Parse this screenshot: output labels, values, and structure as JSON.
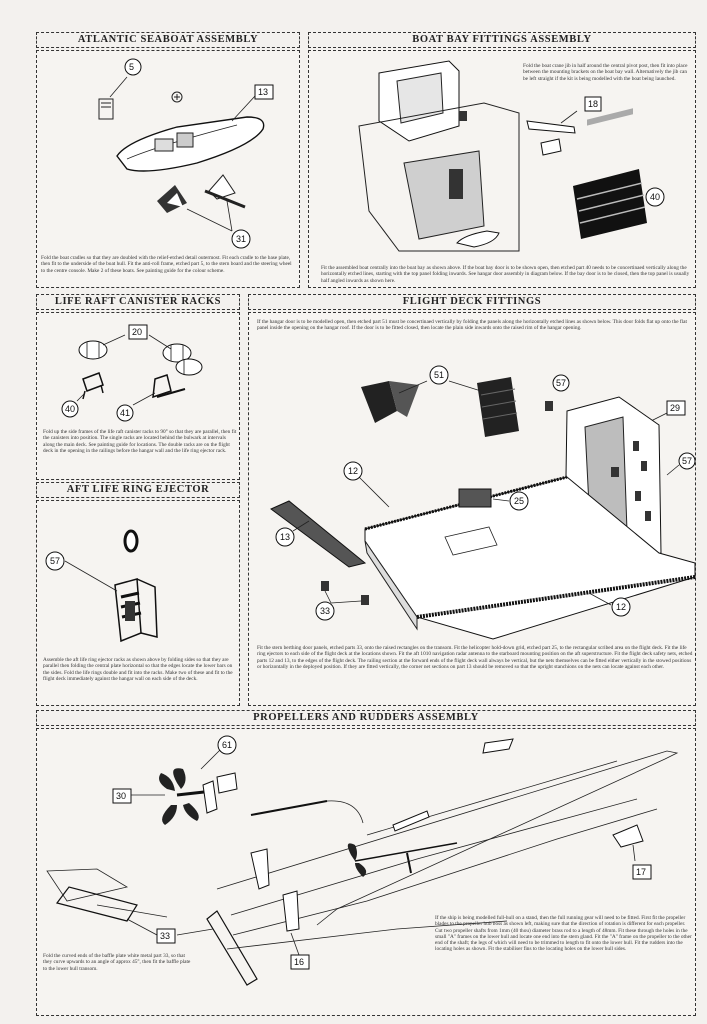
{
  "sections": {
    "seaboat": {
      "title": "ATLANTIC SEABOAT ASSEMBLY",
      "callouts": [
        "5",
        "13",
        "31"
      ],
      "text": "Fold the boat cradles so that they are doubled with the relief-etched detail outermost. Fit each cradle to the base plate, then fit to the underside of the boat hull. Fit the anti-roll frame, etched part 5, to the stern board and the steering wheel to the centre console. Make 2 of these boats. See painting guide for the colour scheme."
    },
    "boatbay": {
      "title": "BOAT BAY FITTINGS ASSEMBLY",
      "callouts": [
        "18",
        "40"
      ],
      "text_top": "Fold the boat crane jib in half around the central pivot post, then fit into place between the mounting brackets on the boat bay wall. Alternatively the jib can be left straight if the kit is being modelled with the boat being launched.",
      "text_bottom": "Fit the assembled boat centrally into the boat bay as shown above. If the boat bay door is to be shown open, then etched part 40 needs to be concertinaed vertically along the horizontally etched lines, starting with the top panel folding inwards. See hangar door assembly in diagram below. If the bay door is to be closed, then the top panel is usually half angled inwards as shown here."
    },
    "liferaft": {
      "title": "LIFE RAFT CANISTER RACKS",
      "callouts": [
        "20",
        "40",
        "41"
      ],
      "text": "Fold up the side frames of the life raft canister racks to 90° so that they are parallel, then fit the canisters into position. The single racks are located behind the bulwark at intervals along the main deck. See painting guide for locations. The double racks are on the flight deck in the opening in the railings before the hangar wall and the life ring ejector rack."
    },
    "lifering": {
      "title": "AFT LIFE RING EJECTOR",
      "callouts": [
        "57"
      ],
      "text": "Assemble the aft life ring ejector racks as shown above by folding sides so that they are parallel then folding the central plate horizontal so that the edges locate the lower bars on the sides. Fold the life rings double and fit into the racks. Make two of these and fit to the flight deck immediately against the hangar wall on each side of the deck."
    },
    "flightdeck": {
      "title": "FLIGHT DECK FITTINGS",
      "callouts": [
        "51",
        "57",
        "29",
        "57",
        "12",
        "25",
        "13",
        "33",
        "12"
      ],
      "text_top": "If the hangar door is to be modelled open, then etched part 51 must be concertinaed vertically by folding the panels along the horizontally etched lines as shown below. This door folds flat up onto the flat panel inside the opening on the hangar roof. If the door is to be fitted closed, then locate the plain side inwards onto the raised rim of the hangar opening.",
      "text_bottom": "Fit the stern berthing door panels, etched parts 33, onto the raised rectangles on the transom. Fit the helicopter hold-down grid, etched part 25, to the rectangular scribed area on the flight deck. Fit the life ring ejectors to each side of the flight deck at the locations shown. Fit the aft 1010 navigation radar antenna to the starboard mounting position on the aft superstructure. Fit the flight deck safety nets, etched parts 12 and 13, to the edges of the flight deck. The railing section at the forward ends of the flight deck wall always be vertical, but the nets themselves can be fitted either vertically in the stowed positions or horizontally in the deployed position. If they are fitted vertically, the corner net sections on part 13 should be removed so that the upright stanchions on the nets can locate against each other."
    },
    "propellers": {
      "title": "PROPELLERS AND RUDDERS ASSEMBLY",
      "callouts": [
        "61",
        "30",
        "17",
        "33",
        "16"
      ],
      "text_left": "Fold the curved ends of the baffle plate white metal part 33, so that they curve upwards to an angle of approx 45°, then fit the baffle plate to the lower hull transom.",
      "text_right": "If the ship is being modelled full-hull on a stand, then the full running gear will need to be fitted. First fit the propeller blades to the propeller hub boss as shown left, making sure that the direction of rotation is different for each propeller. Cut two propeller shafts from 1mm (40 thou) diameter brass rod to a length of 48mm. Fit these through the holes in the small \"A\" frames on the lower hull and locate one end into the stern gland. Fit the \"A\" frame on the propeller to the other end of the shaft; the legs of which will need to be trimmed to length to fit onto the lower hull. Fit the rudders into the locating holes as shown. Fit the stabiliser fins to the locating holes on the lower hull sides."
    }
  }
}
